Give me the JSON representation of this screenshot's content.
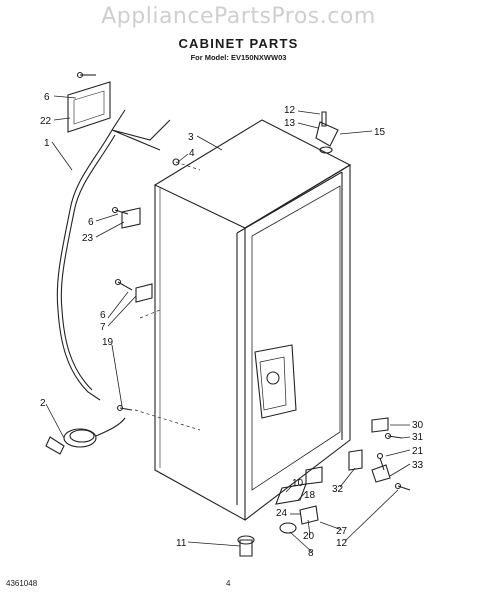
{
  "watermark": "AppliancePartsPros.com",
  "title": "CABINET PARTS",
  "model_prefix": "For Model:",
  "model_number": "EV150NXWW03",
  "part_number": "4361048",
  "page_number": "4",
  "callouts": [
    "6",
    "22",
    "1",
    "3",
    "4",
    "6",
    "23",
    "6",
    "7",
    "19",
    "2",
    "12",
    "13",
    "15",
    "30",
    "31",
    "21",
    "33",
    "32",
    "10",
    "18",
    "24",
    "20",
    "27",
    "12",
    "11",
    "8"
  ]
}
